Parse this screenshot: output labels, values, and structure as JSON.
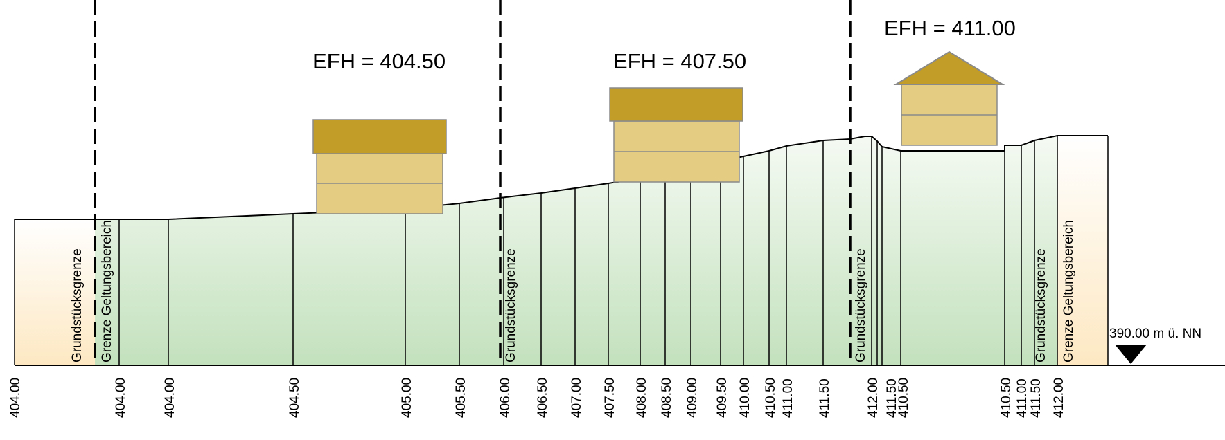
{
  "efh_labels": [
    "EFH = 404.50",
    "EFH = 407.50",
    "EFH = 411.00"
  ],
  "zone_labels": [
    "Grundstücksgrenze",
    "Grenze Geltungsbereich",
    "Grundstücksgrenze",
    "Grundstücksgrenze",
    "Grundstücksgrenze",
    "Grenze Geltungsbereich"
  ],
  "reference_level": "390.00 m ü. NN",
  "station_elevations": [
    "404.00",
    "404.00",
    "404.00",
    "404.50",
    "405.00",
    "405.50",
    "406.00",
    "406.50",
    "407.00",
    "407.50",
    "408.00",
    "408.50",
    "409.00",
    "409.50",
    "410.00",
    "410.50",
    "411.00",
    "411.50",
    "412.00",
    "411.50",
    "410.50",
    "410.50",
    "411.00",
    "411.50",
    "412.00"
  ],
  "colors": {
    "terrain_top": "#f5faf3",
    "terrain_bottom": "#c3e1bd",
    "edge_top": "#ffffff",
    "edge_bottom": "#fde8c2",
    "house_body": "#e4cd82",
    "house_roof": "#c29d27",
    "house_outline": "#8a8a8a",
    "line": "#000000"
  }
}
